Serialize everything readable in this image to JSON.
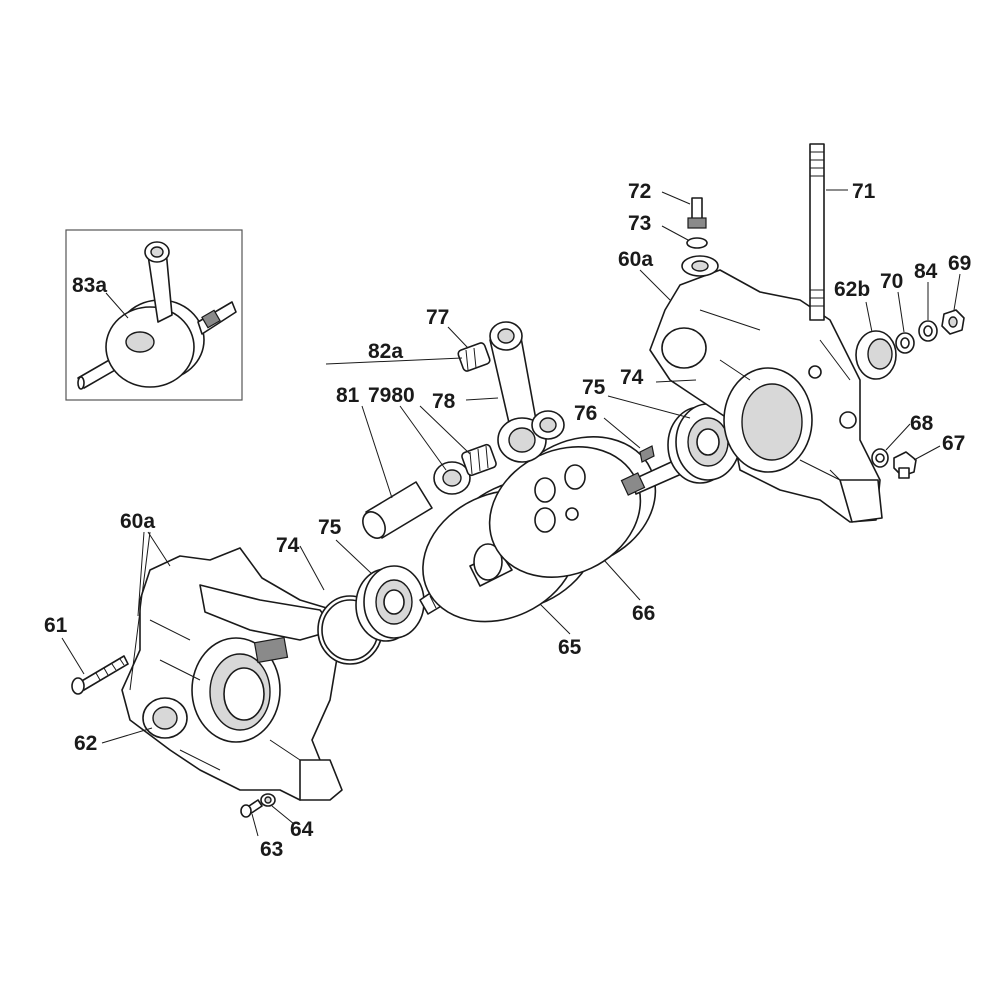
{
  "labels": {
    "l61": "61",
    "l62": "62",
    "l62b": "62b",
    "l63": "63",
    "l64": "64",
    "l65": "65",
    "l66": "66",
    "l67": "67",
    "l68": "68",
    "l69": "69",
    "l70": "70",
    "l71": "71",
    "l72": "72",
    "l73": "73",
    "l60a_left": "60a",
    "l60a_right": "60a",
    "l74_left": "74",
    "l74_right": "74",
    "l75_left": "75",
    "l75_right": "75",
    "l76": "76",
    "l77": "77",
    "l78": "78",
    "l7980": "7980",
    "l81": "81",
    "l82a": "82a",
    "l83a": "83a",
    "l84": "84"
  }
}
